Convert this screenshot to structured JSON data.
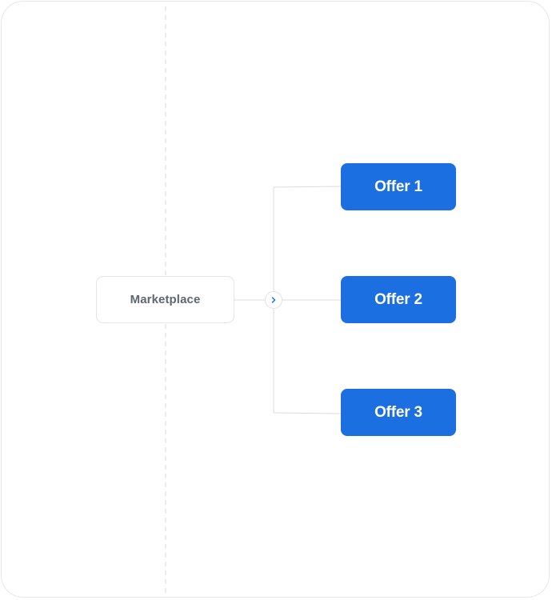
{
  "source": {
    "label": "Marketplace"
  },
  "offers": [
    {
      "label": "Offer 1"
    },
    {
      "label": "Offer 2"
    },
    {
      "label": "Offer 3"
    }
  ],
  "icons": {
    "toggle": "chevron-right-icon"
  },
  "colors": {
    "offer_fill": "#1c6fe0",
    "offer_text": "#ffffff",
    "source_text": "#5f6672",
    "connector": "#d9dce1",
    "chevron": "#1c6fe0"
  }
}
